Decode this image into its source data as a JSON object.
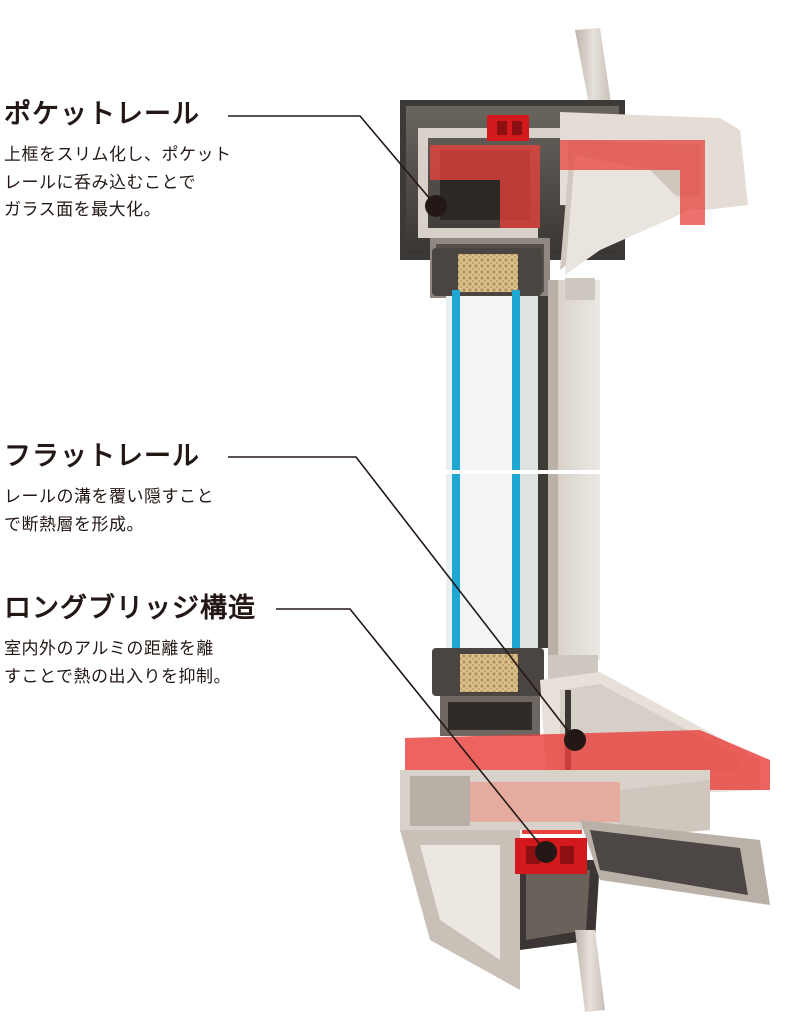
{
  "callouts": [
    {
      "title": "ポケットレール",
      "description": "上框をスリム化し、ポケット\nレールに呑み込むことで\nガラス面を最大化。"
    },
    {
      "title": "フラットレール",
      "description": "レールの溝を覆い隠すこと\nで断熱層を形成。"
    },
    {
      "title": "ロングブリッジ構造",
      "description": "室内外のアルミの距離を離\nすことで熱の出入りを抑制。"
    }
  ],
  "colors": {
    "text": "#231815",
    "highlight": "#e8413c",
    "marker": "#231815",
    "aluminum": "#d9d3cc",
    "glass_edge": "#1fa7d4"
  }
}
